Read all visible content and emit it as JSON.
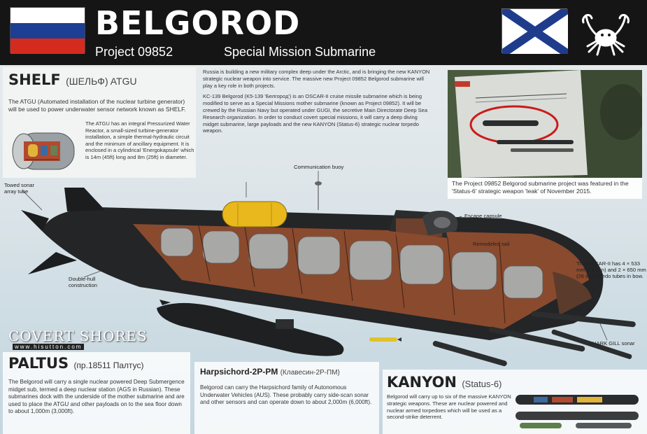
{
  "header": {
    "title": "BELGOROD",
    "project": "Project 09852",
    "mission": "Special Mission Submarine"
  },
  "shelf": {
    "title": "SHELF",
    "subtitle": "(ШЕЛЬФ) ATGU",
    "intro": "The ATGU (Automated installation of the nuclear turbine generator) will be used to power underwater sensor network known as SHELF.",
    "body": "The ATGU has an integral Pressurized Water Reactor, a small-sized turbine-generator installation, a simple thermal-hydraulic circuit and the minimum of ancillary equipment. It is enclosed in a cylindrical 'Energokapsule' which is 14m (45ft) long and 8m (25ft) in diameter."
  },
  "intro": {
    "p1": "Russia is building a new military complex deep under the Arctic, and is bringing the new KANYON strategic nuclear weapon into service. The massive new Project 09852 Belgorod submarine will play a key role in both projects.",
    "p2": "KC-139 Belgorod (K5-139 'Белгород') is an OSCAR-II cruise missile submarine which is being modified to serve as a Special Missions mother submarine (known as Project 09852). It will be crewed by the Russian Navy but operated under GUGI, the secretive Main Directorate Deep Sea Research organization. In order to conduct covert special missions, it will carry a deep diving midget submarine, large payloads and the new KANYON (Status-6) strategic nuclear torpedo weapon."
  },
  "photo": {
    "caption": "The Project 09852 Belgorod submarine project was featured in the 'Status-6' strategic weapon 'leak' of November 2015."
  },
  "labels": {
    "comm_buoy": "Communication buoy",
    "towed_sonar": "Towed sonar array tube",
    "escape_capsule": "Escape capsule",
    "remodeled_sail": "Remodeled sail",
    "double_hull": "Double-hull construction",
    "oscar_tubes": "The OSCAR-II has 4 × 533 mm (21.0 in) and 2 × 650 mm (26 in) torpedo tubes in bow.",
    "shark_gill": "SHARK GILL sonar"
  },
  "watermark": {
    "brand": "COVERT SHORES",
    "url": "www.hisutton.com"
  },
  "paltus": {
    "title": "PALTUS",
    "subtitle": "(пр.18511 Палтус)",
    "body": "The Belgorod will carry a single nuclear powered Deep Submergence midget sub, termed a deep nuclear station (AGS in Russian). These submarines dock with the underside of the mother submarine and are used to place the ATGU and other payloads on to the sea floor down to about 1,000m (3,000ft)."
  },
  "harpsichord": {
    "title": "Harpsichord-2P-PM",
    "subtitle": "(Клавесин-2Р-ПМ)",
    "body": "Belgorod can carry the Harpsichord family of Autonomous Underwater Vehicles (AUS). These probably carry side-scan sonar and other sensors and can operate down to about 2,000m (6,000ft)."
  },
  "kanyon": {
    "title": "KANYON",
    "subtitle": "(Status-6)",
    "body": "Belgorod will carry up to six of the massive KANYON strategic weapons. These are nuclear powered and nuclear armed torpedoes which will be used as a second-strike deterrent."
  },
  "colors": {
    "header_bg": "#151515",
    "hull": "#232527",
    "interior": "#8a4a2e",
    "buoy": "#e8b81c",
    "navy_cross": "#1f3c8c",
    "ru_white": "#ffffff",
    "ru_blue": "#1c3f94",
    "ru_red": "#d52b1e"
  },
  "icons": {
    "flag_russia": "russia-flag-icon",
    "flag_navy": "st-andrew-flag-icon",
    "crab": "crab-emblem-icon"
  }
}
